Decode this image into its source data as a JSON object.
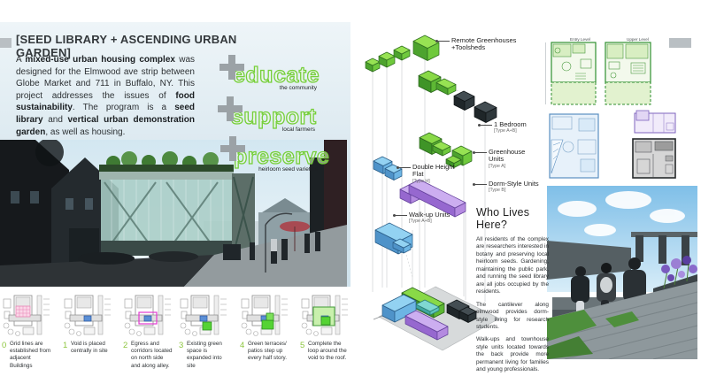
{
  "colors": {
    "accent_green": "#76cf3a",
    "dark_green": "#3f9b35",
    "unit_blue": "#6db5e4",
    "unit_purple": "#b48ae0",
    "unit_dark": "#30373a",
    "plus_gray": "#9ba2a6",
    "number_green": "#8dc63f"
  },
  "header": {
    "title": "[SEED LIBRARY + ASCENDING URBAN GARDEN]"
  },
  "intro": {
    "segments": [
      {
        "t": "A ",
        "b": false
      },
      {
        "t": "mixed-use urban housing complex",
        "b": true
      },
      {
        "t": " was designed for the Elmwood ave strip between Globe Market and 711 in Buffalo, NY. This project addresses the issues of ",
        "b": false
      },
      {
        "t": "food sustainability",
        "b": true
      },
      {
        "t": ".  The program is a ",
        "b": false
      },
      {
        "t": "seed library",
        "b": true
      },
      {
        "t": " and ",
        "b": false
      },
      {
        "t": "vertical urban demonstration garden",
        "b": true
      },
      {
        "t": ", as well as housing.",
        "b": false
      }
    ]
  },
  "goals": [
    {
      "word": "educate",
      "sub": "the community"
    },
    {
      "word": "support",
      "sub": "local farmers"
    },
    {
      "word": "preserve",
      "sub": "heirloom seed varieties"
    }
  ],
  "axon": {
    "labels": [
      {
        "name": "Remote Greenhouses +Toolsheds",
        "type": ""
      },
      {
        "name": "1 Bedroom",
        "type": "[Type A+B]"
      },
      {
        "name": "Greenhouse Units",
        "type": "[Type A]"
      },
      {
        "name": "Dorm-Style Units",
        "type": "[Type B]"
      },
      {
        "name": "Double Height Flat",
        "type": "[Type H]"
      },
      {
        "name": "Walk-up Units",
        "type": "[Type A+B]"
      }
    ]
  },
  "who": {
    "heading": "Who Lives Here?",
    "paragraphs": [
      "All residents of the complex are researchers interested in botany and preserving local heirloom seeds.  Gardening, maintaining the public park, and running the seed library are all jobs occupied by the residents.",
      "The cantilever along elmwood provides dorm-style living for research students.",
      "Walk-ups and townhouse style units located towards the back provide more permanent living for families and young professionals."
    ]
  },
  "plans": {
    "labels": [
      "Entry Level",
      "Upper Level"
    ]
  },
  "process": {
    "steps": [
      {
        "num": "0",
        "caption": "Grid lines are established from adjacent Buildings"
      },
      {
        "num": "1",
        "caption": "Void is placed centrally in site"
      },
      {
        "num": "2",
        "caption": "Egress and corridors located on north side and along alley."
      },
      {
        "num": "3",
        "caption": "Existing green space is expanded into site"
      },
      {
        "num": "4",
        "caption": "Green terraces/ patios step up every half story."
      },
      {
        "num": "5",
        "caption": "Complete the loop around the void to the roof."
      }
    ]
  }
}
